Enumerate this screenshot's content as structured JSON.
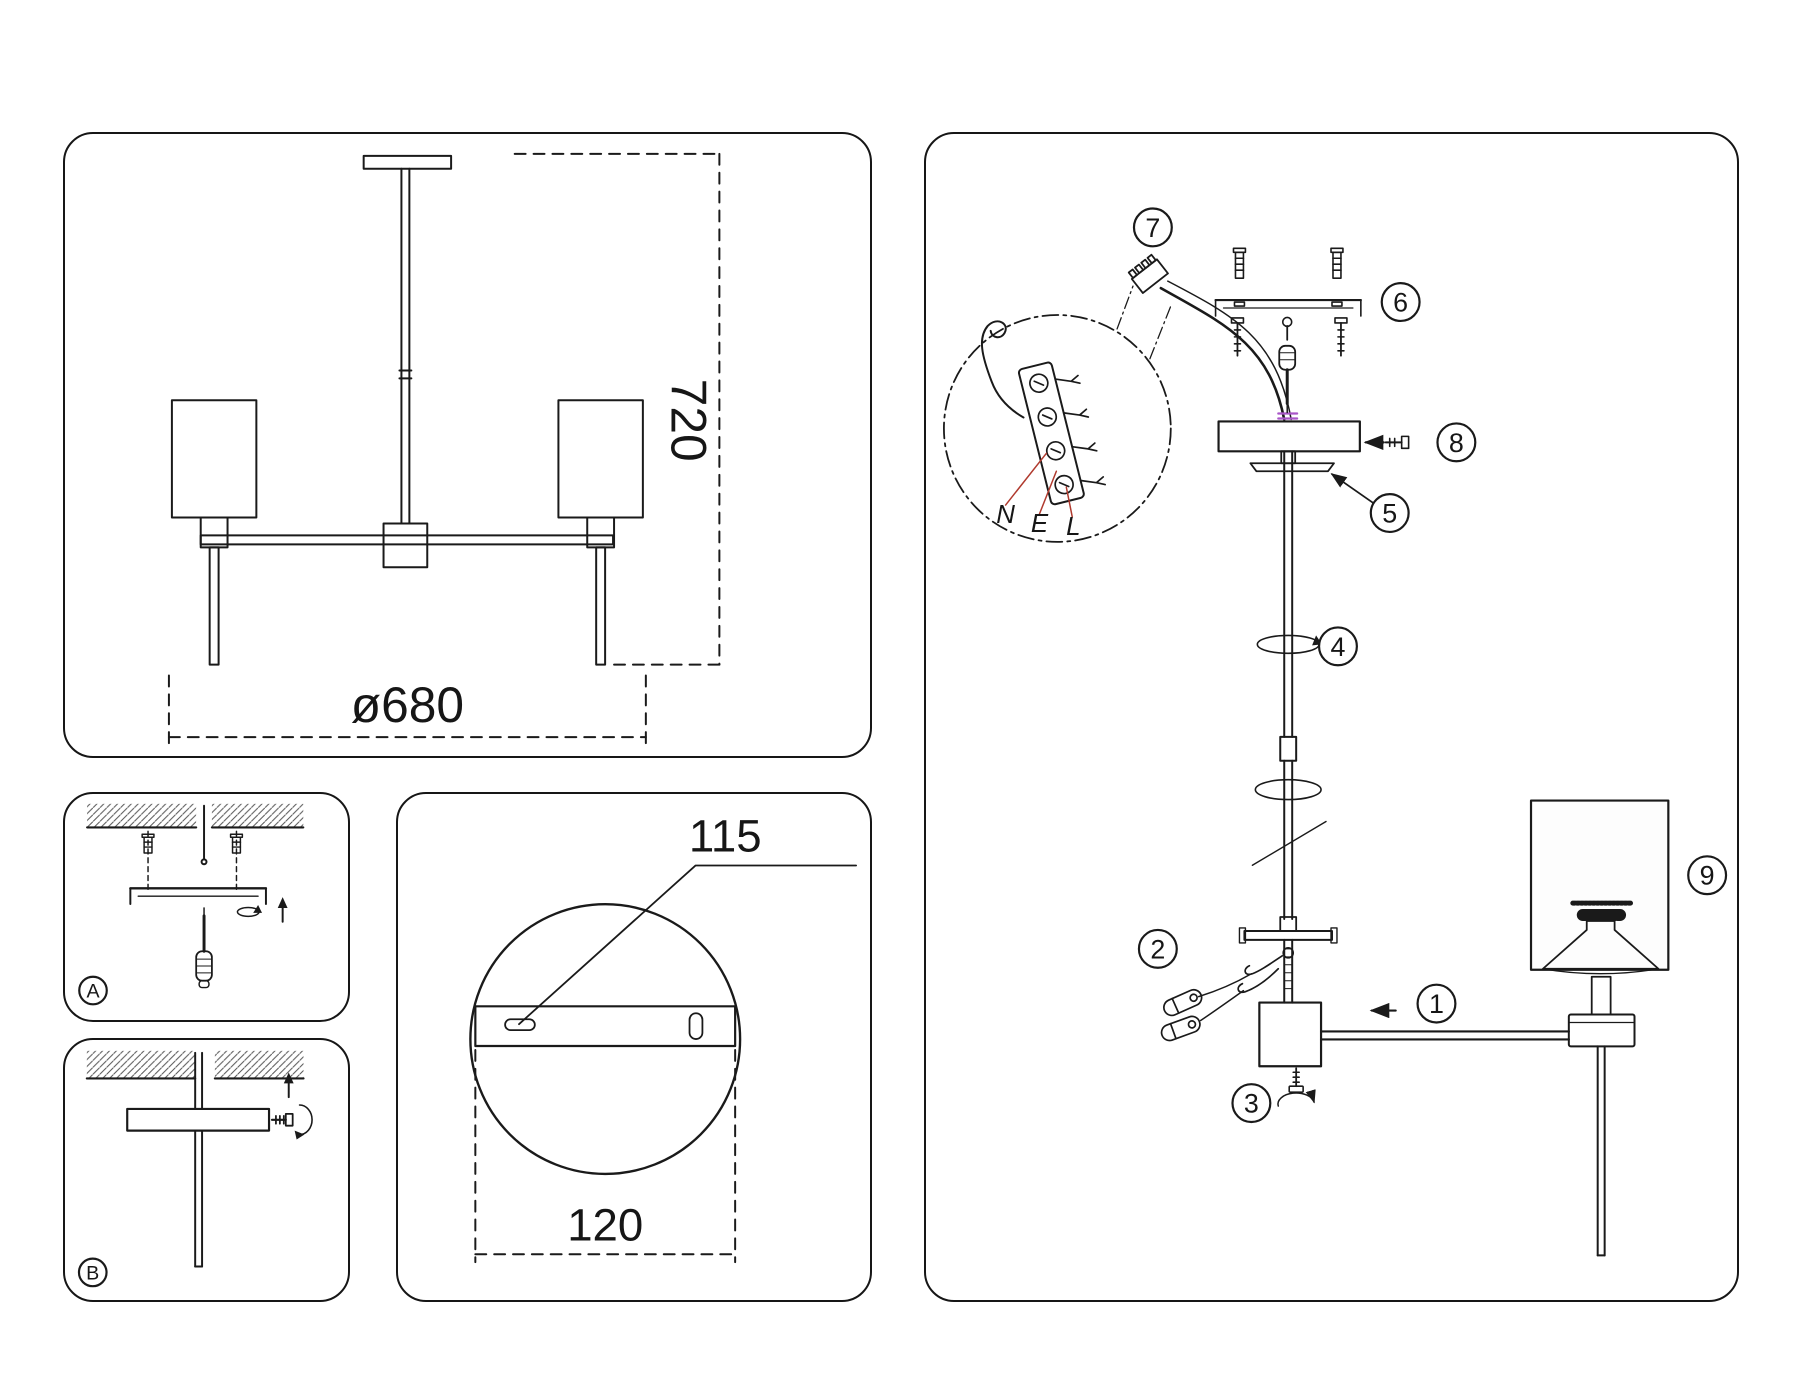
{
  "sheet": {
    "background": "#ffffff",
    "line_color": "#1a1a1a",
    "accent_red": "#b03a2e",
    "accent_purple": "#a956c8"
  },
  "overview_panel": {
    "height_dim": "720",
    "diameter_dim": "ø680"
  },
  "canopy_panel": {
    "slot_dim": "115",
    "plate_dim": "120"
  },
  "step_panels": {
    "a_label": "A",
    "b_label": "B"
  },
  "assembly_panel": {
    "callouts": {
      "c1": "1",
      "c2": "2",
      "c3": "3",
      "c4": "4",
      "c5": "5",
      "c6": "6",
      "c7": "7",
      "c8": "8",
      "c9": "9"
    },
    "wire_labels": {
      "neutral": "N",
      "earth": "E",
      "live": "L"
    }
  }
}
